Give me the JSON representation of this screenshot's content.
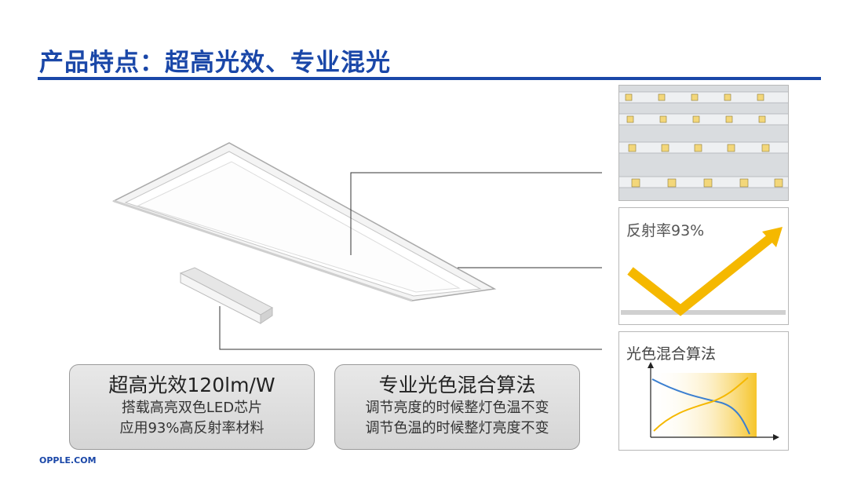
{
  "header": {
    "title": "产品特点：超高光效、专业混光"
  },
  "callouts": {
    "reflectivity_label": "反射率93%",
    "mixing_label": "光色混合算法"
  },
  "features": [
    {
      "title": "超高光效120lm/W",
      "lines": [
        "搭载高亮双色LED芯片",
        "应用93%高反射率材料"
      ]
    },
    {
      "title": "专业光色混合算法",
      "lines": [
        "调节亮度的时候整灯色温不变",
        "调节色温的时候整灯亮度不变"
      ]
    }
  ],
  "footer": {
    "brand": "OPPLE.COM"
  },
  "colors": {
    "brand_blue": "#1a47a8",
    "accent_yellow": "#f5b800",
    "curve_blue": "#3b7fd0"
  }
}
